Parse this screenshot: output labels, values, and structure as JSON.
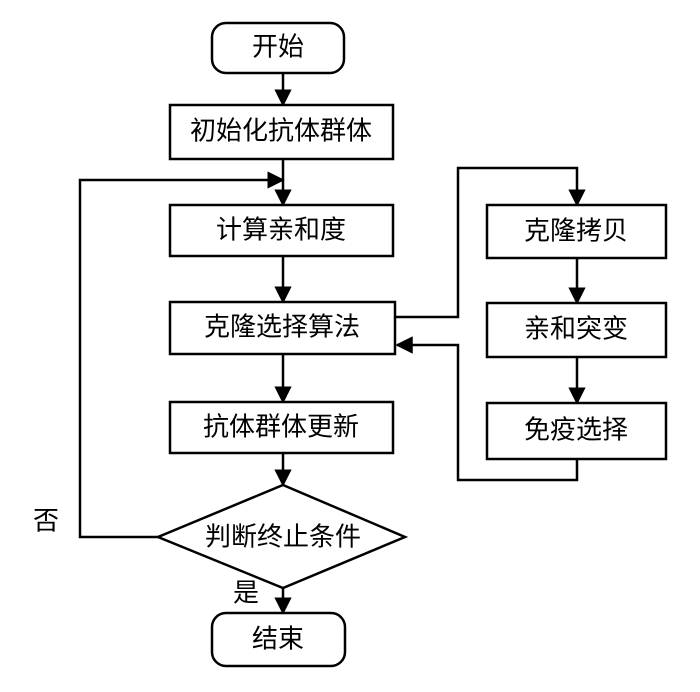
{
  "nodes": {
    "start": "开始",
    "init": "初始化抗体群体",
    "affinity": "计算亲和度",
    "clonal_select": "克隆选择算法",
    "update": "抗体群体更新",
    "decision": "判断终止条件",
    "end": "结束",
    "clone_copy": "克隆拷贝",
    "affinity_mutation": "亲和突变",
    "immune_select": "免疫选择"
  },
  "edge_labels": {
    "no": "否",
    "yes": "是"
  }
}
